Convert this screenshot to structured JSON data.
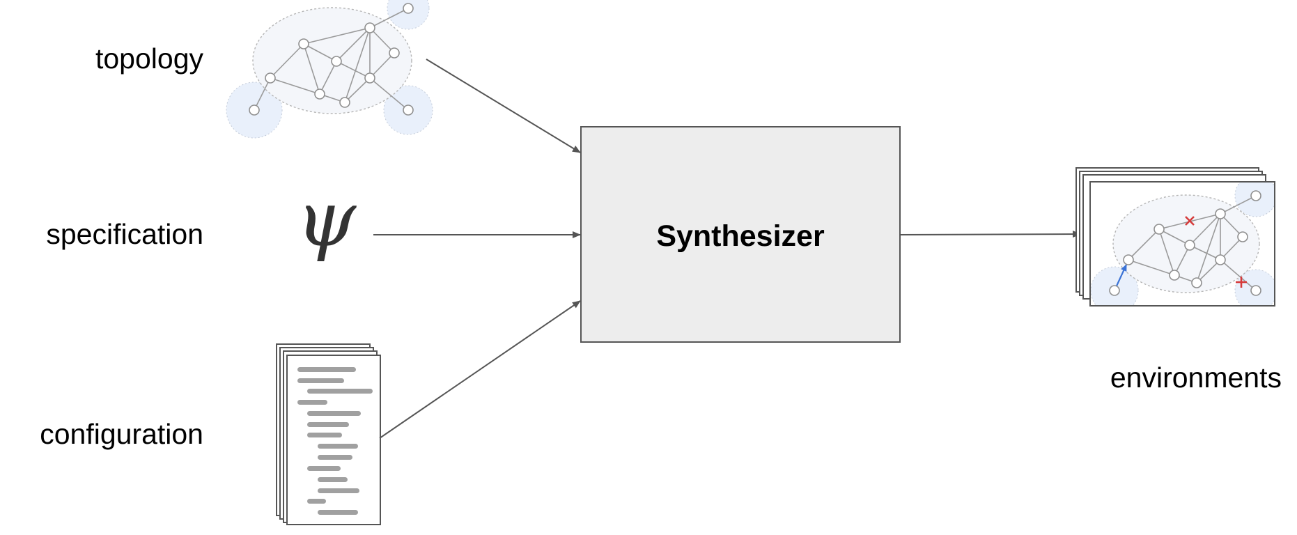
{
  "inputs": {
    "topology": "topology",
    "specification": "specification",
    "configuration": "configuration"
  },
  "synthesizer": "Synthesizer",
  "output": "environments",
  "psi_symbol": "ψ",
  "colors": {
    "box_fill": "#ededed",
    "box_stroke": "#555555",
    "arrow": "#555555",
    "node_stroke": "#8f8f8f",
    "failure_mark": "#d63b3b",
    "added_link": "#3b73d6"
  },
  "icons": {
    "topology": "network-graph-icon",
    "specification": "psi-symbol-icon",
    "configuration": "config-document-stack-icon",
    "environments": "modified-network-stack-icon"
  }
}
